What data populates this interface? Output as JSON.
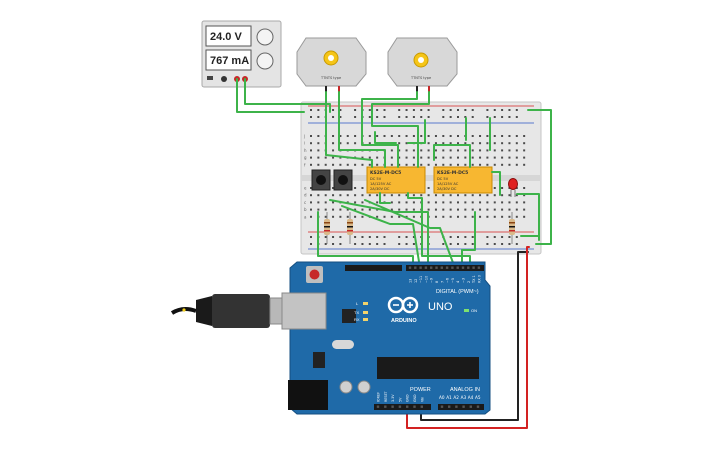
{
  "power_supply": {
    "voltage": "24.0 V",
    "current": "767 mA"
  },
  "motors": [
    {
      "id": "motor-1",
      "label": "TTNTS type"
    },
    {
      "id": "motor-2",
      "label": "TTNTS type"
    }
  ],
  "relays": [
    {
      "id": "relay-1",
      "model": "KS2E-M-DC5",
      "lines": [
        "DC 5V",
        "1A/125V AC",
        "2A/30V DC"
      ]
    },
    {
      "id": "relay-2",
      "model": "KS2E-M-DC5",
      "lines": [
        "DC 5V",
        "1A/125V AC",
        "2A/30V DC"
      ]
    }
  ],
  "arduino": {
    "model": "UNO",
    "brand": "ARDUINO",
    "digital_label": "DIGITAL (PWM~)",
    "power_label": "POWER",
    "analog_label": "ANALOG IN",
    "on_label": "ON",
    "tx_label": "TX",
    "rx_label": "RX",
    "l_label": "L",
    "aref_label": "AREF",
    "gnd_label": "GND",
    "digital_pins": [
      "13",
      "12",
      "~11",
      "~10",
      "~9",
      "8",
      "7",
      "~6",
      "~5",
      "4",
      "~3",
      "2",
      "TX 1",
      "RX 0"
    ],
    "power_pins": [
      "IOREF",
      "RESET",
      "3.3V",
      "5V",
      "GND",
      "GND",
      "Vin"
    ],
    "analog_pins": [
      "A0",
      "A1",
      "A2",
      "A3",
      "A4",
      "A5"
    ]
  },
  "breadboard": {
    "row_letters_top": [
      "j",
      "i",
      "h",
      "g",
      "f"
    ],
    "row_letters_bottom": [
      "e",
      "d",
      "c",
      "b",
      "a"
    ]
  },
  "colors": {
    "wire_green": "#3db34a",
    "wire_red": "#d32222",
    "wire_black": "#222222",
    "arduino_blue": "#1f6aa8",
    "relay_yellow": "#f7b731",
    "breadboard": "#e7e7e7"
  }
}
